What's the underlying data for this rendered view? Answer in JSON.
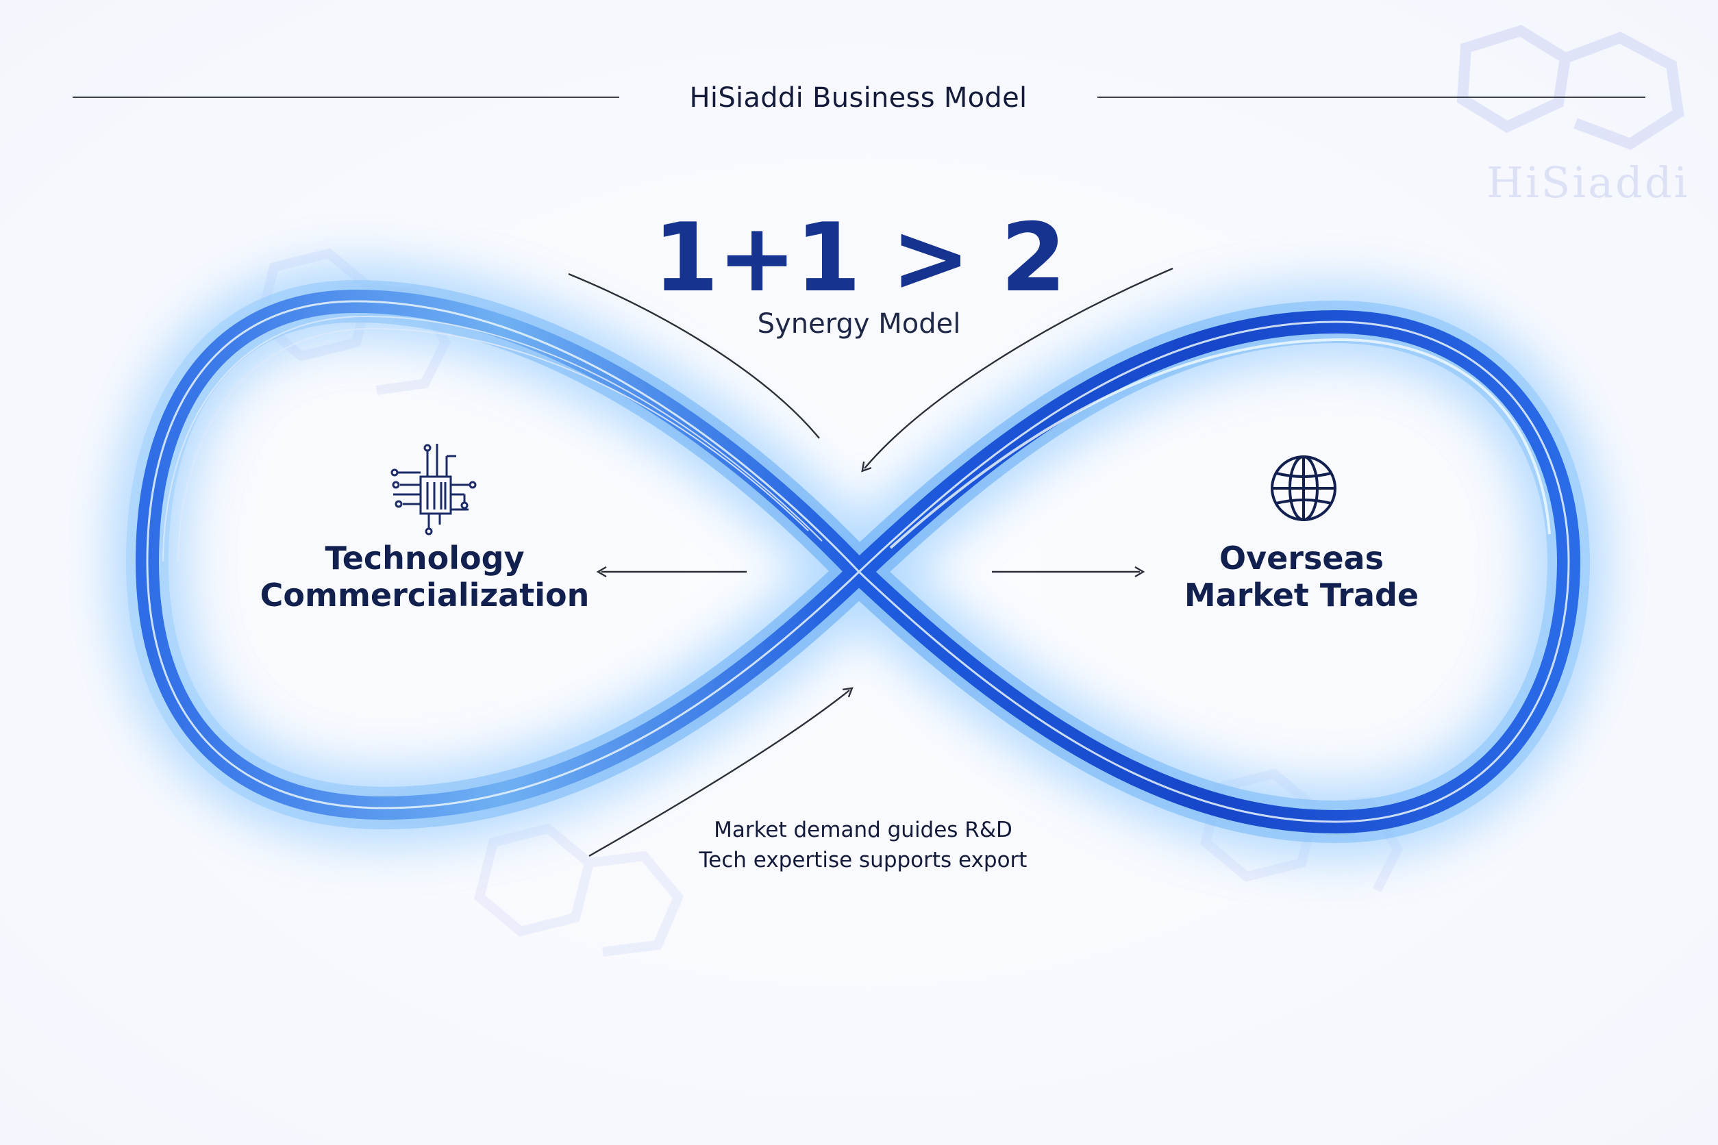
{
  "header": {
    "title": "HiSiaddi Business Model"
  },
  "center": {
    "formula": "1+1 > 2",
    "subtitle": "Synergy Model"
  },
  "nodes": {
    "left": {
      "line1": "Technology",
      "line2": "Commercialization",
      "icon": "circuit-chip-icon"
    },
    "right": {
      "line1": "Overseas",
      "line2": "Market Trade",
      "icon": "globe-icon"
    }
  },
  "caption": {
    "line1": "Market demand guides R&D",
    "line2": "Tech expertise supports export"
  },
  "watermark": {
    "brand": "HiSiaddi"
  },
  "colors": {
    "ribbon_dark": "#1d4fd6",
    "ribbon_light": "#6fb8f5",
    "glow": "#bfe0ff",
    "formula": "#16338f",
    "label": "#12204f"
  }
}
